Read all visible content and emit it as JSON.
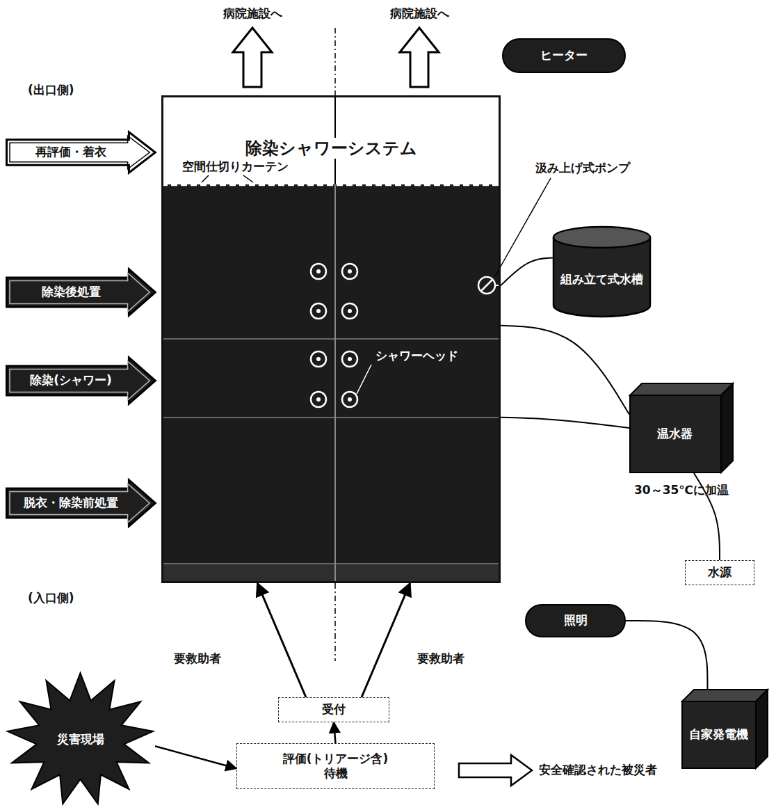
{
  "diagram": {
    "nodes": [
      {
        "text": [
          "除染シャワーシステム"
        ]
      },
      {
        "text": [
          "ヒーター"
        ]
      },
      {
        "text": [
          "再評価・着衣"
        ]
      },
      {
        "text": [
          "除染後処置"
        ]
      },
      {
        "text": [
          "除染(シャワー)"
        ]
      },
      {
        "text": [
          "脱衣・除染前処置"
        ]
      },
      {
        "text": [
          "組み立て式水槽"
        ]
      },
      {
        "text": [
          "温水器"
        ]
      },
      {
        "text": [
          "水源"
        ]
      },
      {
        "text": [
          "照明"
        ]
      },
      {
        "text": [
          "自家発電機"
        ]
      },
      {
        "text": [
          "受付"
        ]
      },
      {
        "text": [
          "評価(トリアージ含)",
          "待機"
        ]
      },
      {
        "text": [
          "災害現場"
        ]
      }
    ],
    "edges": [
      {
        "from": 13,
        "to": 12,
        "arrow": "to"
      },
      {
        "from": 12,
        "to": 11,
        "arrow": "to"
      },
      {
        "from": 11,
        "to": 0,
        "label": "要救助者",
        "arrow": "to"
      },
      {
        "from": 11,
        "to": 0,
        "label": "要救助者",
        "arrow": "to"
      },
      {
        "from": 6,
        "to": 0,
        "arrow": "none"
      },
      {
        "from": 7,
        "to": 0,
        "arrow": "none"
      },
      {
        "from": 7,
        "to": 0,
        "arrow": "none"
      },
      {
        "from": 8,
        "to": 7,
        "arrow": "none"
      },
      {
        "from": 10,
        "to": 9,
        "arrow": "none"
      }
    ],
    "labels": [
      "病院施設へ",
      "病院施設へ",
      "(出口側)",
      "(入口側)",
      "空間仕切りカーテン",
      "汲み上げ式ポンプ",
      "シャワーヘッド",
      "30～35℃に加温",
      "安全確認された被災者"
    ]
  }
}
